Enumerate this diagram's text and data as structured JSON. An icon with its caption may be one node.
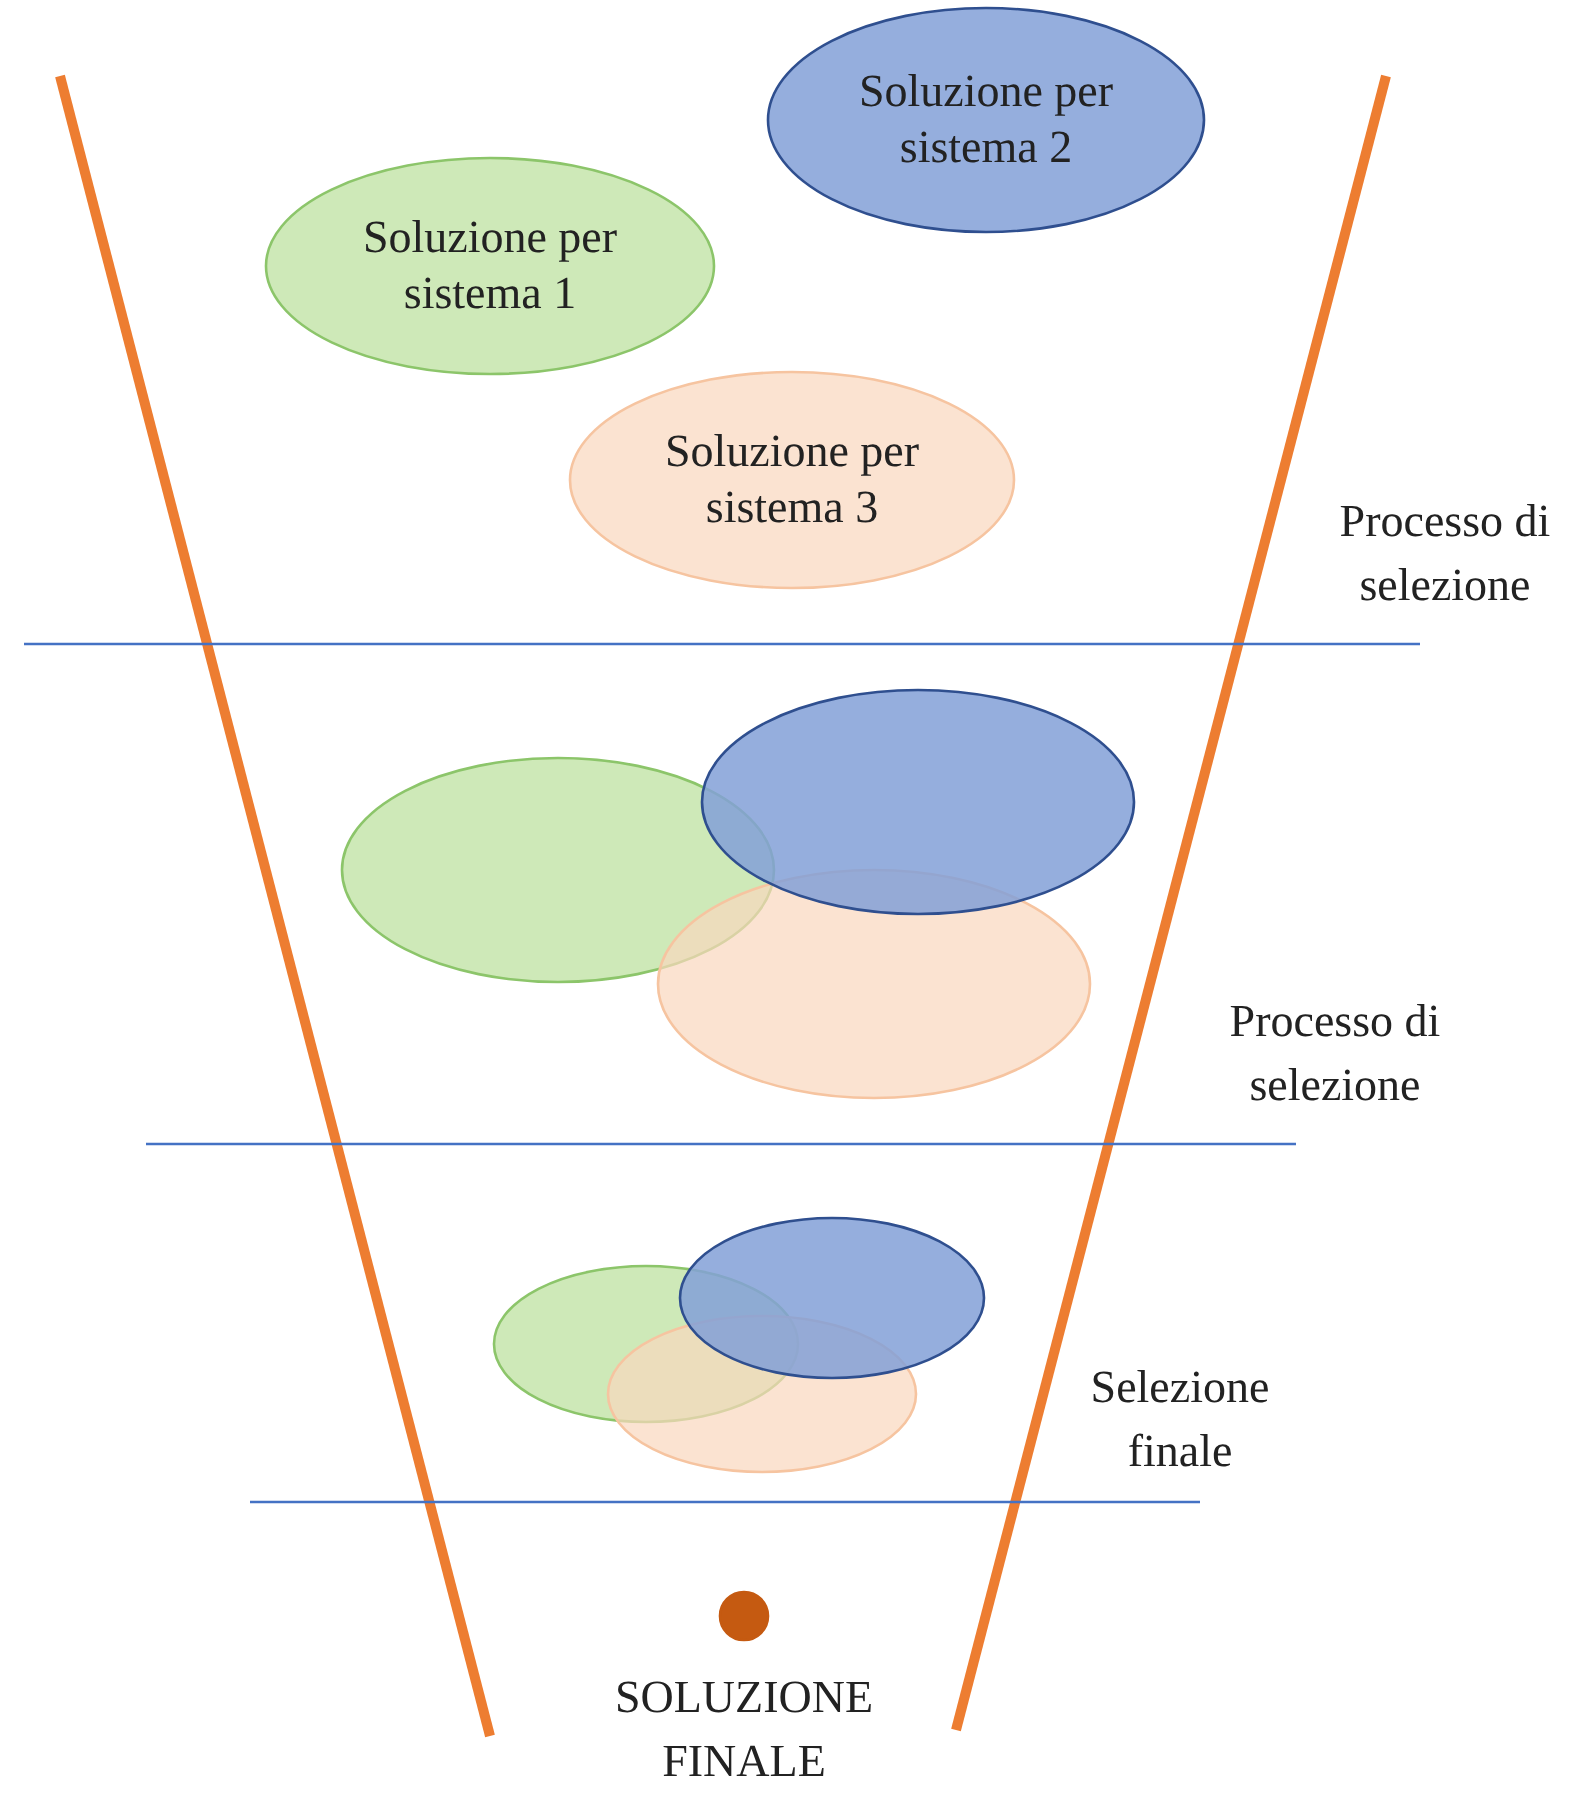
{
  "diagram": {
    "nodes": [
      {
        "text": [
          "Soluzione per sistema 1"
        ]
      },
      {
        "text": [
          "Soluzione per sistema 2"
        ]
      },
      {
        "text": [
          "Soluzione per sistema 3"
        ]
      },
      {
        "text": [],
        "shape": "ellipse"
      },
      {
        "text": [],
        "shape": "ellipse"
      },
      {
        "text": [],
        "shape": "ellipse"
      },
      {
        "text": [],
        "shape": "ellipse"
      },
      {
        "text": [],
        "shape": "ellipse"
      },
      {
        "text": [],
        "shape": "ellipse"
      },
      {
        "text": [],
        "shape": "circle",
        "beside": [
          "SOLUZIONE FINALE"
        ]
      }
    ],
    "labels": [
      "Processo di selezione",
      "Processo di selezione",
      "Selezione finale"
    ]
  }
}
